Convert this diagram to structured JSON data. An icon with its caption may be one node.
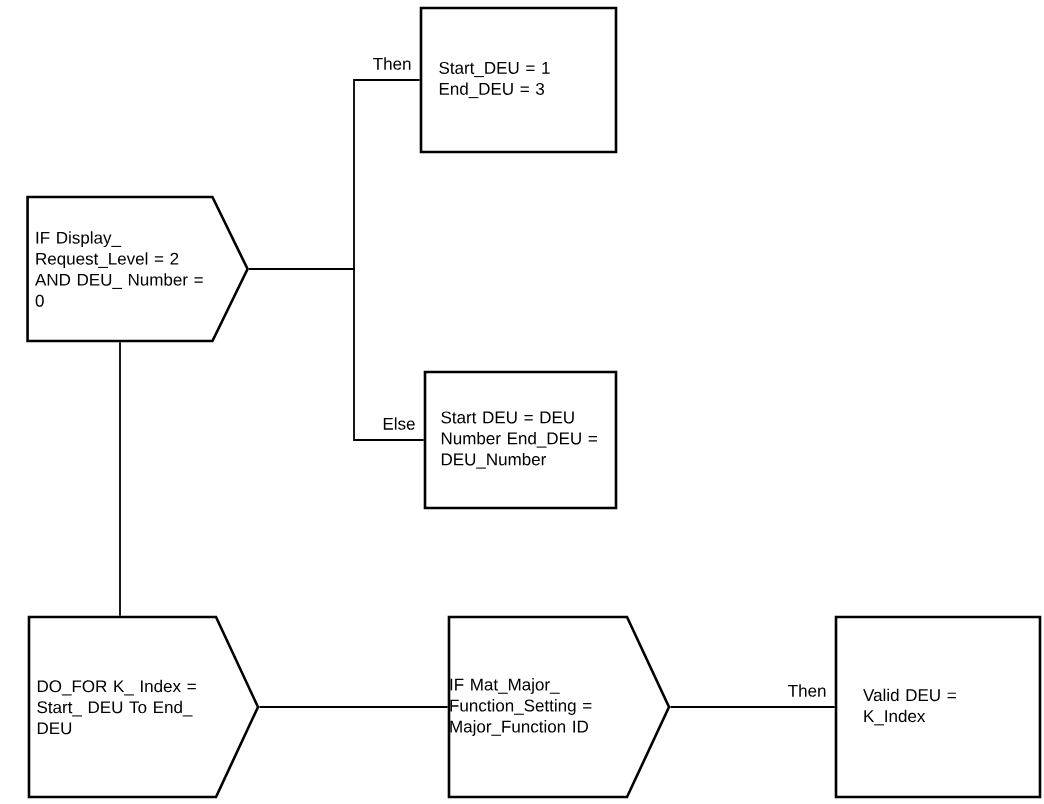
{
  "diagram": {
    "nodes": [
      {
        "text": [
          "IF Display_ Request_Level = 2 AND DEU_ Number = 0"
        ]
      },
      {
        "text": [
          "Start_DEU = 1 End_DEU = 3"
        ]
      },
      {
        "text": [
          "Start DEU = DEU Number End_DEU = DEU_Number"
        ]
      },
      {
        "text": [
          "DO_FOR K_ Index = Start_ DEU To End_ DEU"
        ]
      },
      {
        "text": [
          "IF Mat_Major_ Function_Setting = Major_Function ID"
        ]
      },
      {
        "text": [
          "Valid DEU = K_Index"
        ]
      }
    ],
    "edges": [
      {
        "from": 0,
        "to": 1,
        "arrow": "none",
        "label": "Then"
      },
      {
        "from": 0,
        "to": 2,
        "arrow": "none",
        "label": "Else"
      },
      {
        "from": 0,
        "to": 3,
        "arrow": "none"
      },
      {
        "from": 3,
        "to": 4,
        "arrow": "none"
      },
      {
        "from": 4,
        "to": 5,
        "arrow": "none",
        "label": "Then"
      }
    ]
  }
}
